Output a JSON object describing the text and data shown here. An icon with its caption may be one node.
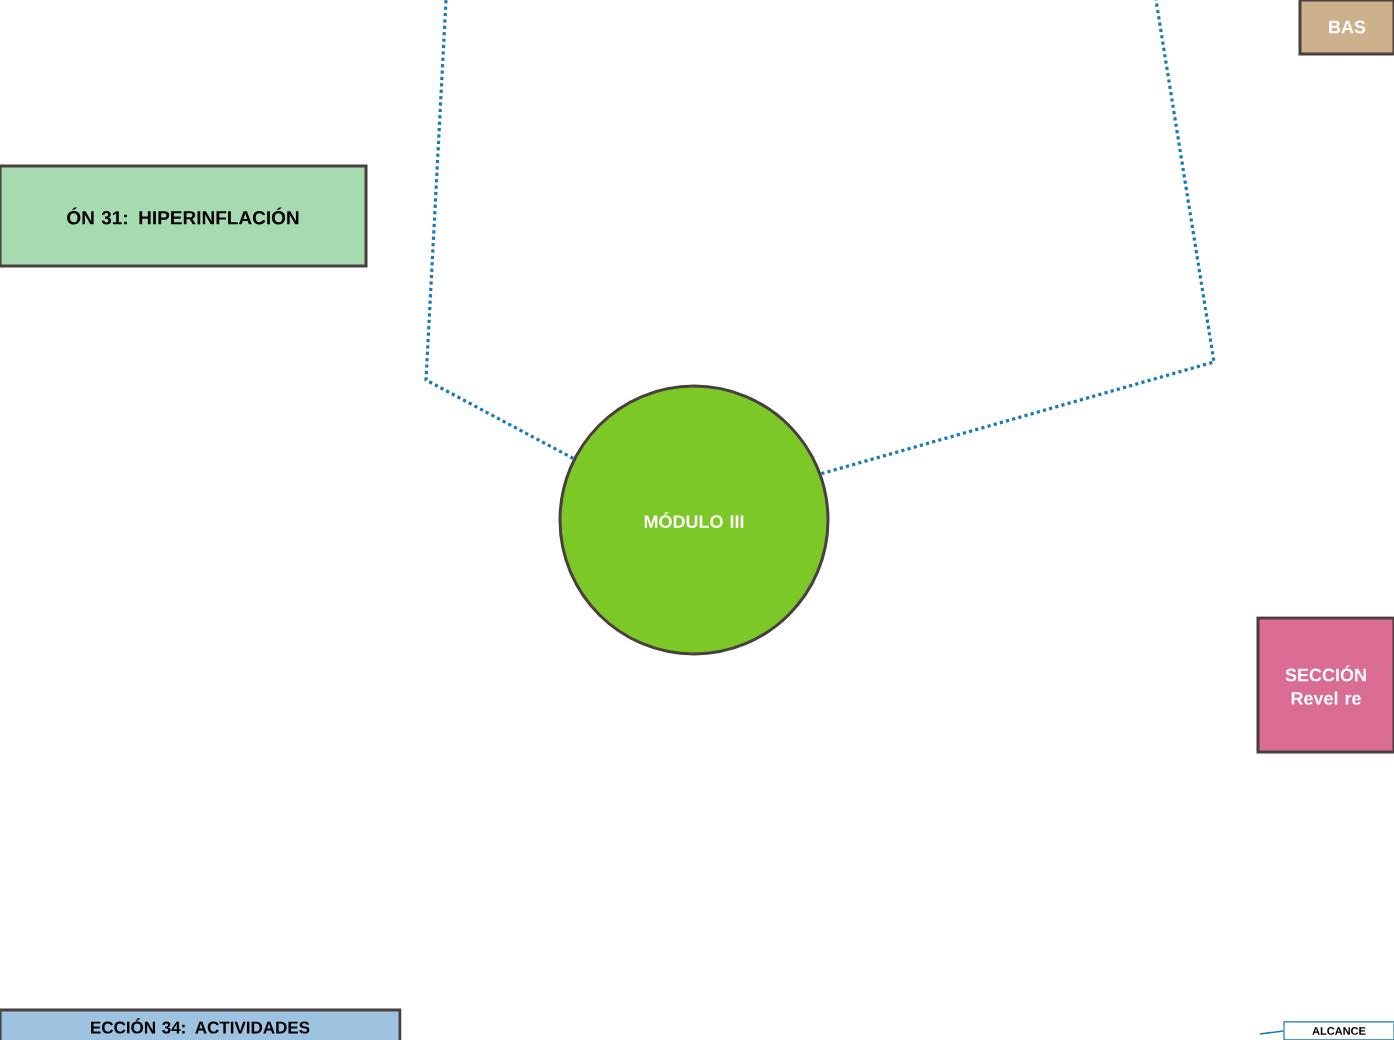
{
  "diagram": {
    "nodes": [
      {
        "text": [
          "MÓDULO III"
        ]
      },
      {
        "text": [
          "ÓN 31:  HIPERINFLACIÓN"
        ]
      },
      {
        "text": [
          "BAS"
        ]
      },
      {
        "text": [
          "SECCIÓN Revel re"
        ]
      },
      {
        "text": [
          "ECCIÓN 34:  ACTIVIDADES"
        ]
      },
      {
        "text": [
          "ALCANCE"
        ]
      }
    ],
    "edges": [
      {
        "from": 0,
        "to": null,
        "arrow": "none",
        "style": "dashed",
        "color": "#1a7ab5"
      },
      {
        "from": 0,
        "to": null,
        "arrow": "none",
        "style": "dashed",
        "color": "#1a7ab5"
      },
      {
        "from": null,
        "to": 5,
        "arrow": "none",
        "color": "#1a7ab5"
      }
    ]
  }
}
